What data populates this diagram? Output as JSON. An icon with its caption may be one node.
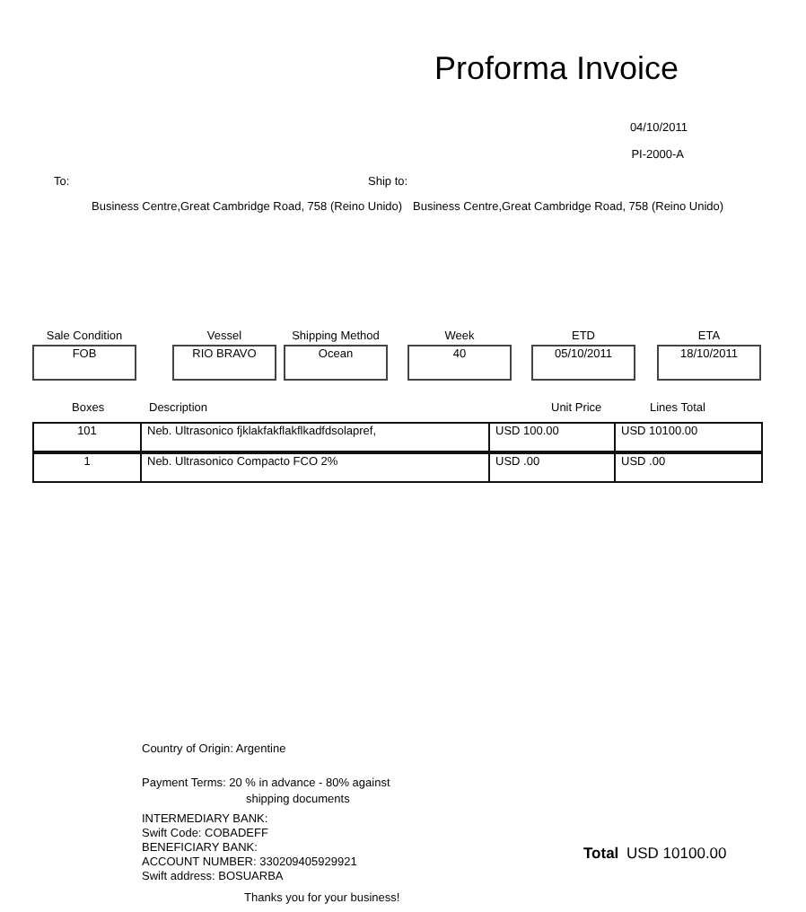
{
  "diagram": {
    "title": "Proforma Invoice",
    "nodes": [
      {
        "text": [
          "Sale Condition",
          "FOB"
        ]
      },
      {
        "text": [
          "Vessel",
          "RIO BRAVO"
        ]
      },
      {
        "text": [
          "Shipping Method",
          "Ocean"
        ]
      },
      {
        "text": [
          "Week",
          "40"
        ]
      },
      {
        "text": [
          "ETD",
          "05/10/2011"
        ]
      },
      {
        "text": [
          "ETA",
          "18/10/2011"
        ]
      }
    ],
    "labels": [
      "04/10/2011",
      "PI-2000-A",
      "To:",
      "Business Centre,Great Cambridge Road, 758 (Reino Unido)",
      "Ship to:",
      "Business Centre,Great Cambridge Road, 758 (Reino Unido)",
      "Boxes",
      "Description",
      "Unit Price",
      "Lines Total",
      "101",
      "Neb. Ultrasonico fjklakfakflakflkadfdsolapref,",
      "USD 100.00",
      "USD 10100.00",
      "1",
      "Neb. Ultrasonico Compacto FCO 2%",
      "USD .00",
      "USD .00",
      "Country of Origin: Argentine",
      "Payment Terms: 20 % in advance - 80% against shipping documents",
      "INTERMEDIARY BANK:",
      "Swift Code: COBADEFF",
      "BENEFICIARY BANK:",
      "ACCOUNT NUMBER: 330209405929921",
      "Swift address: BOSUARBA",
      "Total",
      "USD 10100.00",
      "Thanks you for your business!"
    ]
  }
}
